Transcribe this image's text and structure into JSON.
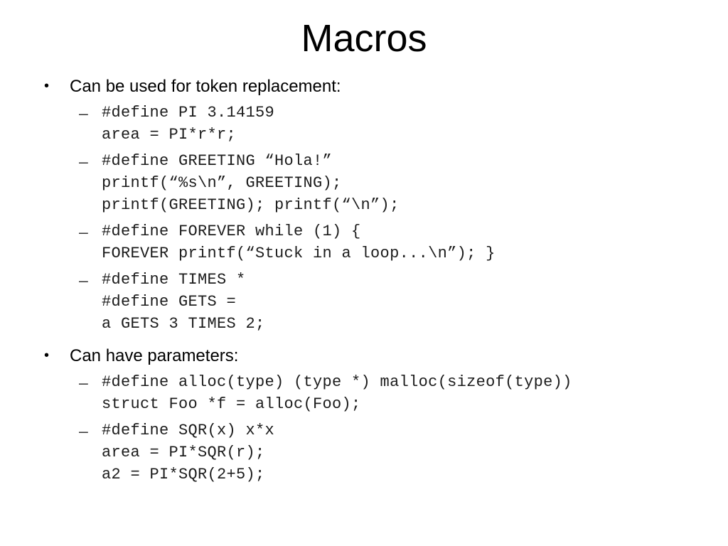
{
  "slide": {
    "title": "Macros",
    "background_color": "#ffffff",
    "text_color": "#000000",
    "code_color": "#1c1c1c",
    "bullet_glyph": "•",
    "dash_glyph": "–",
    "bullets": [
      {
        "label": "Can be used for token replacement:",
        "items": [
          {
            "lines": [
              "#define PI 3.14159",
              "area = PI*r*r;"
            ]
          },
          {
            "lines": [
              "#define GREETING “Hola!”",
              "printf(“%s\\n”, GREETING);",
              "printf(GREETING); printf(“\\n”);"
            ]
          },
          {
            "lines": [
              "#define FOREVER while (1) {",
              "FOREVER printf(“Stuck in a loop...\\n”); }"
            ]
          },
          {
            "lines": [
              "#define TIMES *",
              "#define GETS =",
              "a GETS 3 TIMES 2;"
            ]
          }
        ]
      },
      {
        "label": "Can have parameters:",
        "items": [
          {
            "lines": [
              "#define alloc(type) (type *) malloc(sizeof(type))",
              "struct Foo *f = alloc(Foo);"
            ]
          },
          {
            "lines": [
              "#define SQR(x) x*x",
              "area = PI*SQR(r);",
              "a2 = PI*SQR(2+5);"
            ]
          }
        ]
      }
    ]
  }
}
